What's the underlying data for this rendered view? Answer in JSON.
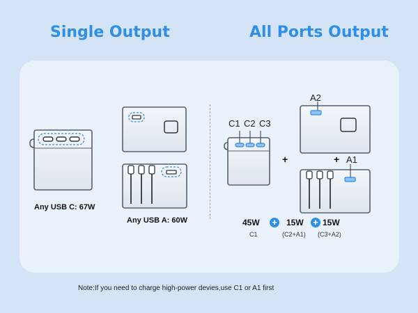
{
  "headings": {
    "single": "Single Output",
    "all_ports": "All Ports Output"
  },
  "single_output": {
    "usb_c_label": "Any USB C: 67W",
    "usb_a_label": "Any USB A: 60W"
  },
  "all_ports": {
    "port_labels": [
      "C1",
      "C2",
      "C3"
    ],
    "a2_label": "A2",
    "a1_label": "A1",
    "plus_sign": "+",
    "outputs": [
      {
        "watts": "45W",
        "ports": "C1"
      },
      {
        "watts": "15W",
        "ports": "(C2+A1)"
      },
      {
        "watts": "15W",
        "ports": "(C3+A2)"
      }
    ]
  },
  "note": "Note:If you need to charge high-power devies,use C1 or A1 first",
  "colors": {
    "accent": "#2f8fe6",
    "panel": "#e9f1fb",
    "background": "#d5e3f7"
  },
  "icons": {
    "plus_circle": "blue-plus-circle-icon"
  }
}
